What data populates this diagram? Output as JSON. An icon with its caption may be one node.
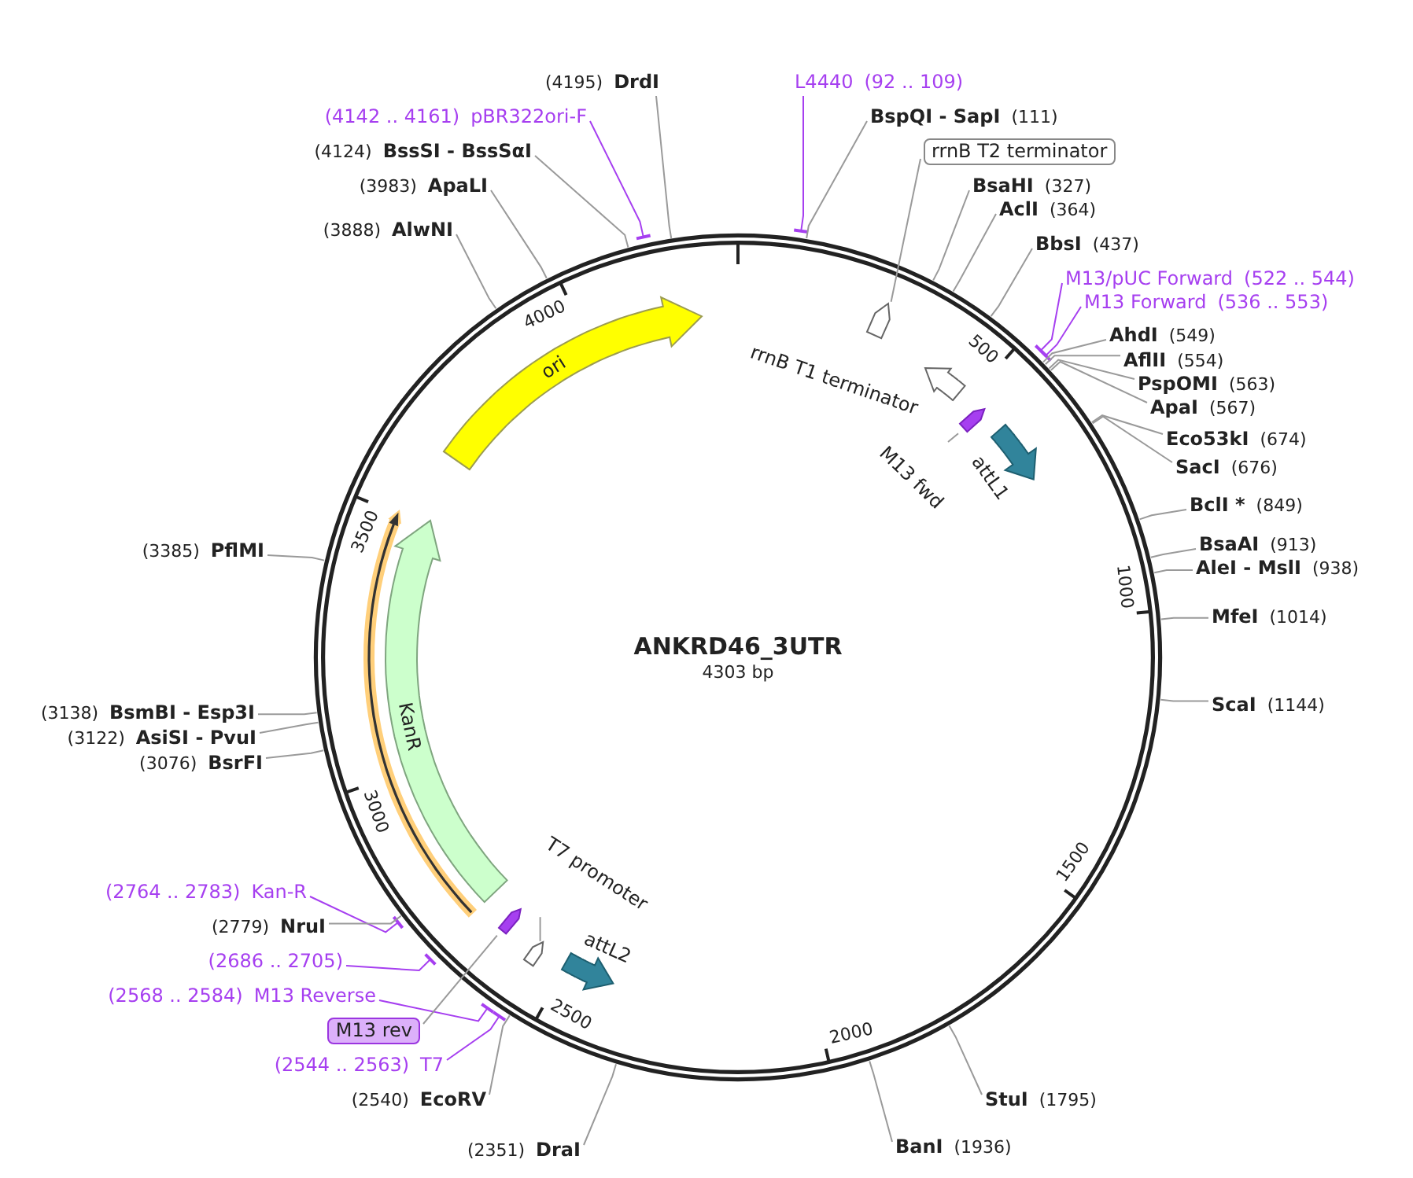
{
  "diagram": {
    "title": "ANKRD46_3UTR",
    "nodes": [
      {
        "text": [
          "(4195)",
          "DrdI"
        ]
      },
      {
        "text": [
          "L4440",
          "(92 .. 109)"
        ]
      },
      {
        "text": [
          "(4142 .. 4161)",
          "pBR322ori-F"
        ]
      },
      {
        "text": [
          "BspQI - SapI",
          "(111)"
        ]
      },
      {
        "text": [
          "(4124)",
          "BssSI - BssSαI"
        ]
      },
      {
        "text": [
          "rrnB T2 terminator"
        ]
      },
      {
        "text": [
          "(3983)",
          "ApaLI"
        ]
      },
      {
        "text": [
          "BsaHI",
          "(327)"
        ]
      },
      {
        "text": [
          "AclI",
          "(364)"
        ]
      },
      {
        "text": [
          "(3888)",
          "AlwNI"
        ]
      },
      {
        "text": [
          "BbsI",
          "(437)"
        ]
      },
      {
        "text": [
          "M13/pUC Forward",
          "(522 .. 544)"
        ]
      },
      {
        "text": [
          "M13 Forward",
          "(536 .. 553)"
        ]
      },
      {
        "text": [
          "AhdI",
          "(549)"
        ]
      },
      {
        "text": [
          "AflII",
          "(554)"
        ]
      },
      {
        "text": [
          "PspOMI",
          "(563)"
        ]
      },
      {
        "text": [
          "ApaI",
          "(567)"
        ]
      },
      {
        "text": [
          "Eco53kI",
          "(674)"
        ]
      },
      {
        "text": [
          "SacI",
          "(676)"
        ]
      },
      {
        "text": [
          "BclI *",
          "(849)"
        ]
      },
      {
        "text": [
          "(3385)",
          "PflMI"
        ]
      },
      {
        "text": [
          "BsaAI",
          "(913)"
        ]
      },
      {
        "text": [
          "AleI - MslI",
          "(938)"
        ]
      },
      {
        "text": [
          "MfeI",
          "(1014)"
        ]
      },
      {
        "text": [
          "ScaI",
          "(1144)"
        ]
      },
      {
        "text": [
          "(3138)",
          "BsmBI - Esp3I"
        ]
      },
      {
        "text": [
          "(3122)",
          "AsiSI - PvuI"
        ]
      },
      {
        "text": [
          "(3076)",
          "BsrFI"
        ]
      },
      {
        "text": [
          "(2764 .. 2783)",
          "Kan-R"
        ]
      },
      {
        "text": [
          "(2779)",
          "NruI"
        ]
      },
      {
        "text": [
          "(2686 .. 2705)"
        ]
      },
      {
        "text": [
          "(2568 .. 2584)",
          "M13 Reverse"
        ]
      },
      {
        "text": [
          "M13 rev"
        ]
      },
      {
        "text": [
          "(2544 .. 2563)",
          "T7"
        ]
      },
      {
        "text": [
          "(2540)",
          "EcoRV"
        ]
      },
      {
        "text": [
          "StuI",
          "(1795)"
        ]
      },
      {
        "text": [
          "(2351)",
          "DraI"
        ]
      },
      {
        "text": [
          "BanI",
          "(1936)"
        ]
      },
      {
        "text": [
          "ori"
        ]
      },
      {
        "text": [
          "KanR"
        ]
      },
      {
        "text": [],
        "shape": "arrow"
      },
      {
        "text": [],
        "shape": "arrow"
      },
      {
        "text": [
          "rrnB T1 terminator"
        ]
      },
      {
        "text": [],
        "shape": "arrow"
      },
      {
        "text": [
          "M13 fwd"
        ]
      },
      {
        "text": [
          "attL1"
        ]
      },
      {
        "text": [
          "T7 promoter"
        ]
      },
      {
        "text": [],
        "shape": "arrow"
      },
      {
        "text": [],
        "shape": "arrow"
      },
      {
        "text": [
          "attL2"
        ]
      }
    ],
    "edges": [
      {
        "from": 0,
        "to": null,
        "arrow": "none"
      },
      {
        "from": 1,
        "to": null,
        "arrow": "other",
        "color": "#a63ff0"
      },
      {
        "from": 2,
        "to": null,
        "arrow": "other",
        "color": "#a63ff0"
      },
      {
        "from": 3,
        "to": null,
        "arrow": "none"
      },
      {
        "from": 4,
        "to": null,
        "arrow": "none"
      },
      {
        "from": 5,
        "to": 41,
        "arrow": "none"
      },
      {
        "from": 6,
        "to": null,
        "arrow": "none"
      },
      {
        "from": 7,
        "to": null,
        "arrow": "none"
      },
      {
        "from": 8,
        "to": null,
        "arrow": "none"
      },
      {
        "from": 9,
        "to": null,
        "arrow": "none"
      },
      {
        "from": 10,
        "to": null,
        "arrow": "none"
      },
      {
        "from": 11,
        "to": null,
        "arrow": "other",
        "color": "#a63ff0"
      },
      {
        "from": 12,
        "to": null,
        "arrow": "other",
        "color": "#a63ff0"
      },
      {
        "from": 13,
        "to": null,
        "arrow": "none"
      },
      {
        "from": 14,
        "to": null,
        "arrow": "none"
      },
      {
        "from": 15,
        "to": null,
        "arrow": "none"
      },
      {
        "from": 16,
        "to": null,
        "arrow": "none"
      },
      {
        "from": 17,
        "to": null,
        "arrow": "none"
      },
      {
        "from": 18,
        "to": null,
        "arrow": "none"
      },
      {
        "from": 19,
        "to": null,
        "arrow": "none"
      },
      {
        "from": 20,
        "to": null,
        "arrow": "none"
      },
      {
        "from": 21,
        "to": null,
        "arrow": "none"
      },
      {
        "from": 22,
        "to": null,
        "arrow": "none"
      },
      {
        "from": 23,
        "to": null,
        "arrow": "none"
      },
      {
        "from": 24,
        "to": null,
        "arrow": "none"
      },
      {
        "from": 25,
        "to": null,
        "arrow": "none"
      },
      {
        "from": 26,
        "to": null,
        "arrow": "none"
      },
      {
        "from": 27,
        "to": null,
        "arrow": "none"
      },
      {
        "from": 28,
        "to": null,
        "arrow": "other",
        "color": "#a63ff0"
      },
      {
        "from": 29,
        "to": null,
        "arrow": "none"
      },
      {
        "from": 30,
        "to": null,
        "arrow": "other",
        "color": "#a63ff0"
      },
      {
        "from": 31,
        "to": null,
        "arrow": "other",
        "color": "#a63ff0"
      },
      {
        "from": 32,
        "to": 48,
        "arrow": "none"
      },
      {
        "from": 33,
        "to": null,
        "arrow": "other",
        "color": "#a63ff0"
      },
      {
        "from": 34,
        "to": null,
        "arrow": "none"
      },
      {
        "from": 35,
        "to": null,
        "arrow": "none"
      },
      {
        "from": 36,
        "to": null,
        "arrow": "none"
      },
      {
        "from": 37,
        "to": null,
        "arrow": "none"
      },
      {
        "from": 44,
        "to": 43,
        "arrow": "none"
      },
      {
        "from": 46,
        "to": 47,
        "arrow": "none"
      }
    ],
    "labels": [
      "4000",
      "500",
      "3500",
      "1000",
      "4303 bp",
      "3000",
      "1500",
      "2500",
      "2000"
    ]
  }
}
